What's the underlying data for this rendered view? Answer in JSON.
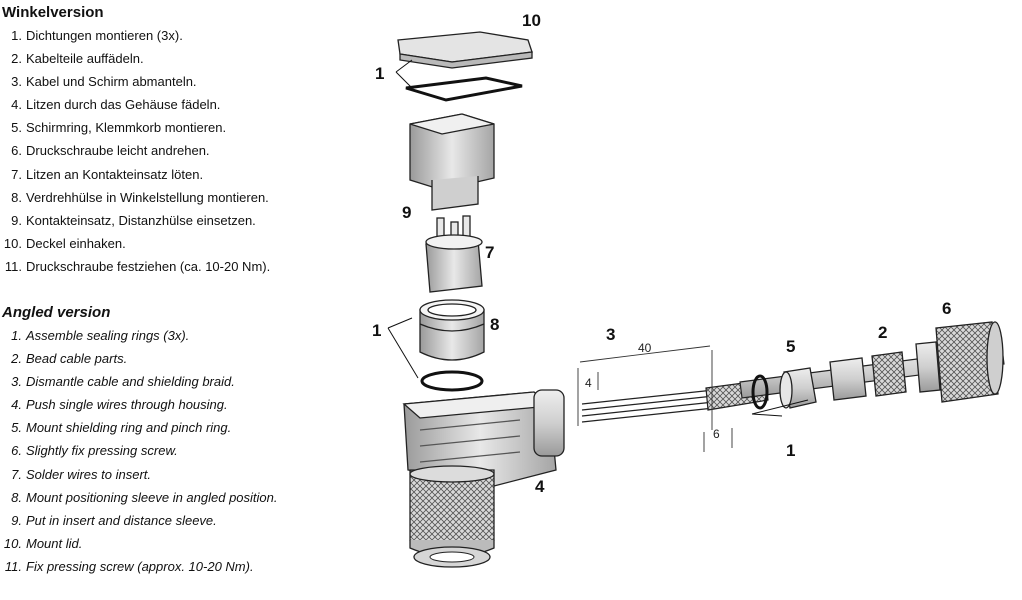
{
  "german": {
    "heading": "Winkelversion",
    "steps": [
      {
        "num": "1.",
        "text": "Dichtungen montieren (3x)."
      },
      {
        "num": "2.",
        "text": "Kabelteile auffädeln."
      },
      {
        "num": "3.",
        "text": "Kabel und Schirm abmanteln."
      },
      {
        "num": "4.",
        "text": "Litzen durch das Gehäuse fädeln."
      },
      {
        "num": "5.",
        "text": "Schirmring, Klemmkorb montieren."
      },
      {
        "num": "6.",
        "text": "Druckschraube leicht andrehen."
      },
      {
        "num": "7.",
        "text": "Litzen an Kontakteinsatz löten."
      },
      {
        "num": "8.",
        "text": "Verdrehhülse in Winkelstellung montieren."
      },
      {
        "num": "9.",
        "text": "Kontakteinsatz, Distanzhülse einsetzen."
      },
      {
        "num": "10.",
        "text": "Deckel einhaken."
      },
      {
        "num": "11.",
        "text": "Druckschraube festziehen (ca. 10-20 Nm)."
      }
    ]
  },
  "english": {
    "heading": "Angled version",
    "steps": [
      {
        "num": "1.",
        "text": "Assemble sealing rings (3x)."
      },
      {
        "num": "2.",
        "text": "Bead cable parts."
      },
      {
        "num": "3.",
        "text": "Dismantle cable and shielding braid."
      },
      {
        "num": "4.",
        "text": "Push single wires through housing."
      },
      {
        "num": "5.",
        "text": "Mount shielding ring and pinch ring."
      },
      {
        "num": "6.",
        "text": "Slightly fix pressing screw."
      },
      {
        "num": "7.",
        "text": "Solder wires to insert."
      },
      {
        "num": "8.",
        "text": "Mount positioning sleeve in angled position."
      },
      {
        "num": "9.",
        "text": "Put in insert and distance sleeve."
      },
      {
        "num": "10.",
        "text": "Mount lid."
      },
      {
        "num": "11.",
        "text": "Fix pressing screw (approx. 10-20 Nm)."
      }
    ]
  },
  "callouts": {
    "lid": "10",
    "seal_top": "1",
    "distance_sleeve": "9",
    "insert": "7",
    "seal_mid": "1",
    "positioning_sleeve": "8",
    "housing": "4",
    "cable": "3",
    "shield_ring": "5",
    "seal_right": "1",
    "pinch_ring": "2",
    "pressing_screw": "6"
  },
  "dimensions": {
    "strip_length": "40",
    "wire_strip": "4",
    "braid_length": "6"
  }
}
